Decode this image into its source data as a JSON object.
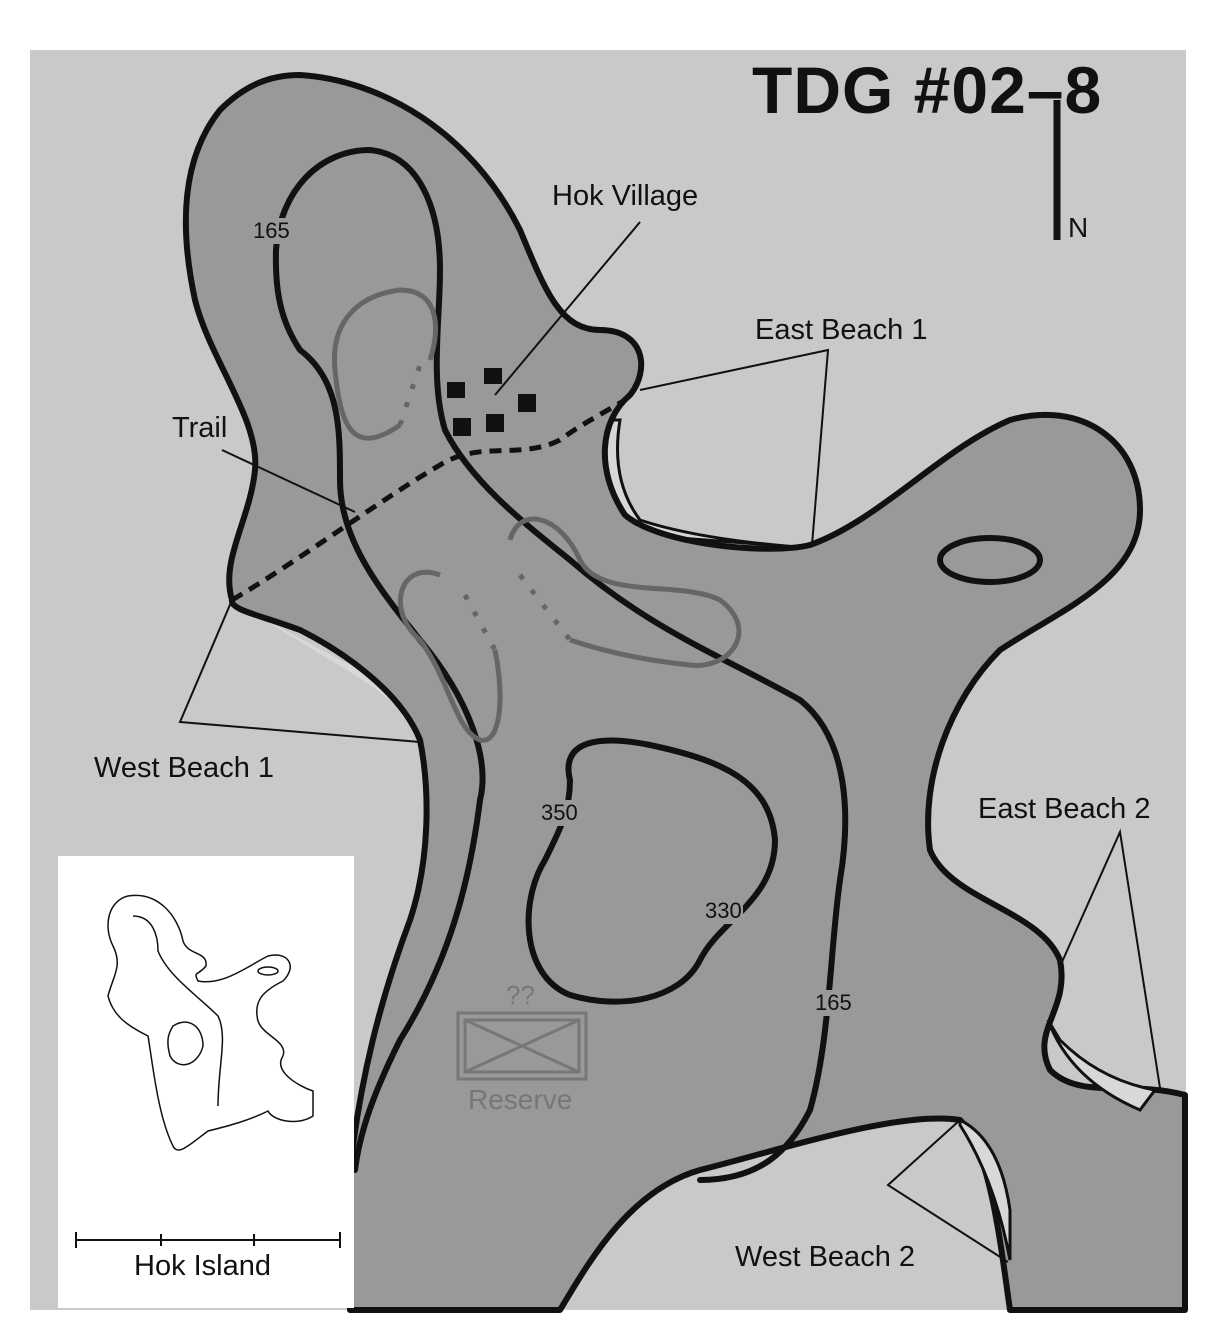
{
  "title": "TDG #02–8",
  "north_label": "N",
  "labels": {
    "hok_village": "Hok Village",
    "east_beach_1": "East Beach 1",
    "trail": "Trail",
    "west_beach_1": "West Beach 1",
    "east_beach_2": "East Beach 2",
    "west_beach_2": "West Beach 2"
  },
  "contours": {
    "top_left": "165",
    "peak": "350",
    "mid": "330",
    "east": "165"
  },
  "unit": {
    "strength": "??",
    "label": "Reserve"
  },
  "inset": {
    "caption": "Hok Island"
  },
  "colors": {
    "sea": "#c9c9c9",
    "land": "#999999",
    "beach": "#d6d6d6",
    "contour": "#111111",
    "secondary_contour": "#666666"
  }
}
